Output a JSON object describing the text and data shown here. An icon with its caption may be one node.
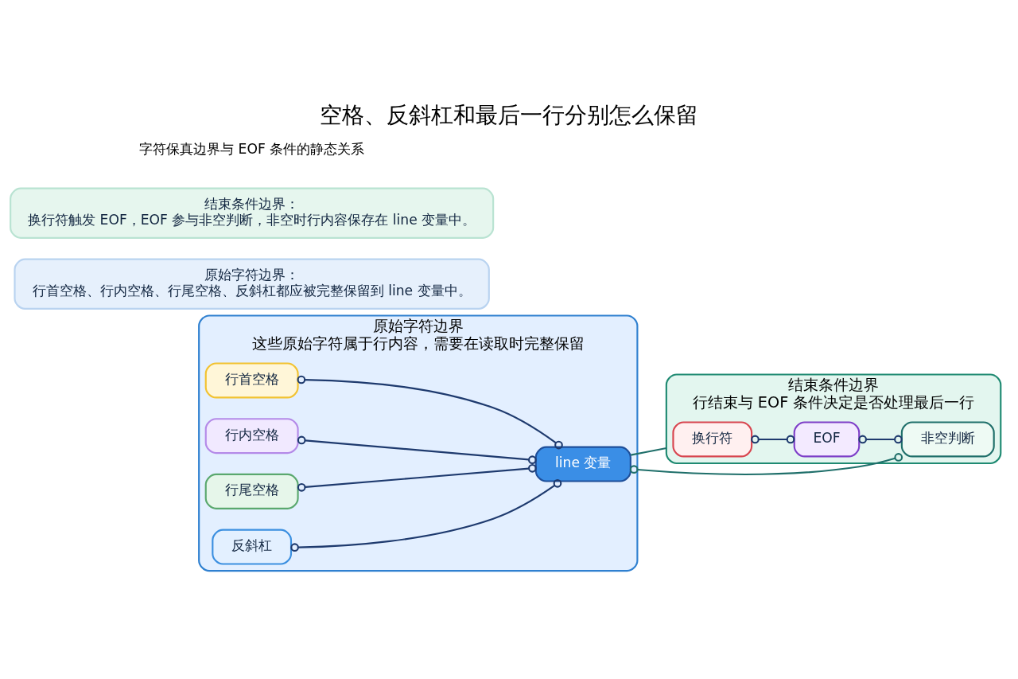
{
  "diagram": {
    "title": "空格、反斜杠和最后一行分别怎么保留",
    "nodes": [
      {
        "text": [
          "原始字符边界",
          "这些原始字符属于行内容，需要在读取时完整保留"
        ]
      },
      {
        "text": [
          "行首空格"
        ],
        "in": 0
      },
      {
        "text": [
          "行内空格"
        ],
        "in": 0
      },
      {
        "text": [
          "行尾空格"
        ],
        "in": 0
      },
      {
        "text": [
          "反斜杠"
        ],
        "in": 0
      },
      {
        "text": [
          "line 变量"
        ],
        "in": 0
      },
      {
        "text": [
          "结束条件边界",
          "行结束与 EOF 条件决定是否处理最后一行"
        ]
      },
      {
        "text": [
          "换行符"
        ],
        "in": 6
      },
      {
        "text": [
          "EOF"
        ],
        "in": 6
      },
      {
        "text": [
          "非空判断"
        ],
        "in": 6
      },
      {
        "text": [
          "原始字符边界：",
          "行首空格、行内空格、行尾空格、反斜杠都应被完整保留到 line 变量中。"
        ]
      },
      {
        "text": [
          "结束条件边界：",
          "换行符触发 EOF，EOF 参与非空判断，非空时行内容保存在 line 变量中。"
        ]
      }
    ],
    "edges": [
      {
        "from": 1,
        "to": 5,
        "arrow": "other"
      },
      {
        "from": 2,
        "to": 5,
        "arrow": "other"
      },
      {
        "from": 3,
        "to": 5,
        "arrow": "other"
      },
      {
        "from": 4,
        "to": 5,
        "arrow": "other"
      },
      {
        "from": 7,
        "to": 8,
        "arrow": "other"
      },
      {
        "from": 8,
        "to": 9,
        "arrow": "other"
      },
      {
        "from": 9,
        "to": 5,
        "arrow": "other",
        "color": "#1f6f6a"
      },
      {
        "from": 5,
        "to": 6,
        "arrow": "none",
        "color": "#1f6f6a"
      }
    ],
    "labels": [
      "字符保真边界与 EOF 条件的静态关系"
    ]
  }
}
